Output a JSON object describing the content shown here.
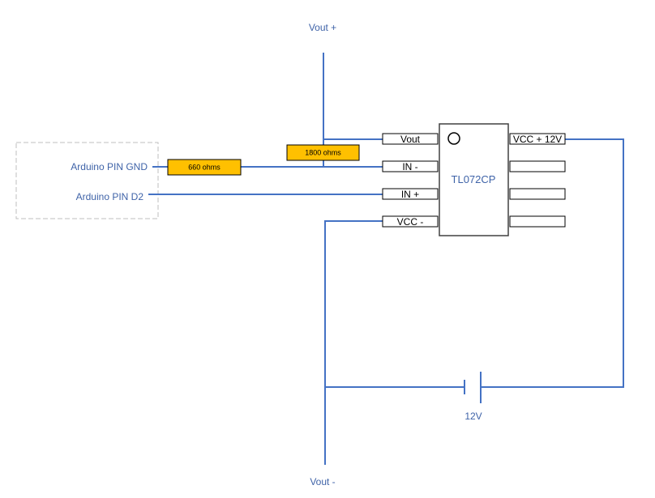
{
  "labels": {
    "vout_plus": "Vout +",
    "vout_minus": "Vout -",
    "arduino_gnd": "Arduino PIN GND",
    "arduino_d2": "Arduino PIN D2",
    "battery_voltage": "12V"
  },
  "chip": {
    "name": "TL072CP",
    "left_pins": [
      "Vout",
      "IN -",
      "IN +",
      "VCC -"
    ],
    "right_pins": [
      "VCC + 12V",
      "",
      "",
      ""
    ]
  },
  "resistors": {
    "r1": "660 ohms",
    "r2": "1800 ohms"
  },
  "colors": {
    "wire": "#4472c4",
    "label": "#3f63a8",
    "resistor_fill": "#ffc000"
  }
}
